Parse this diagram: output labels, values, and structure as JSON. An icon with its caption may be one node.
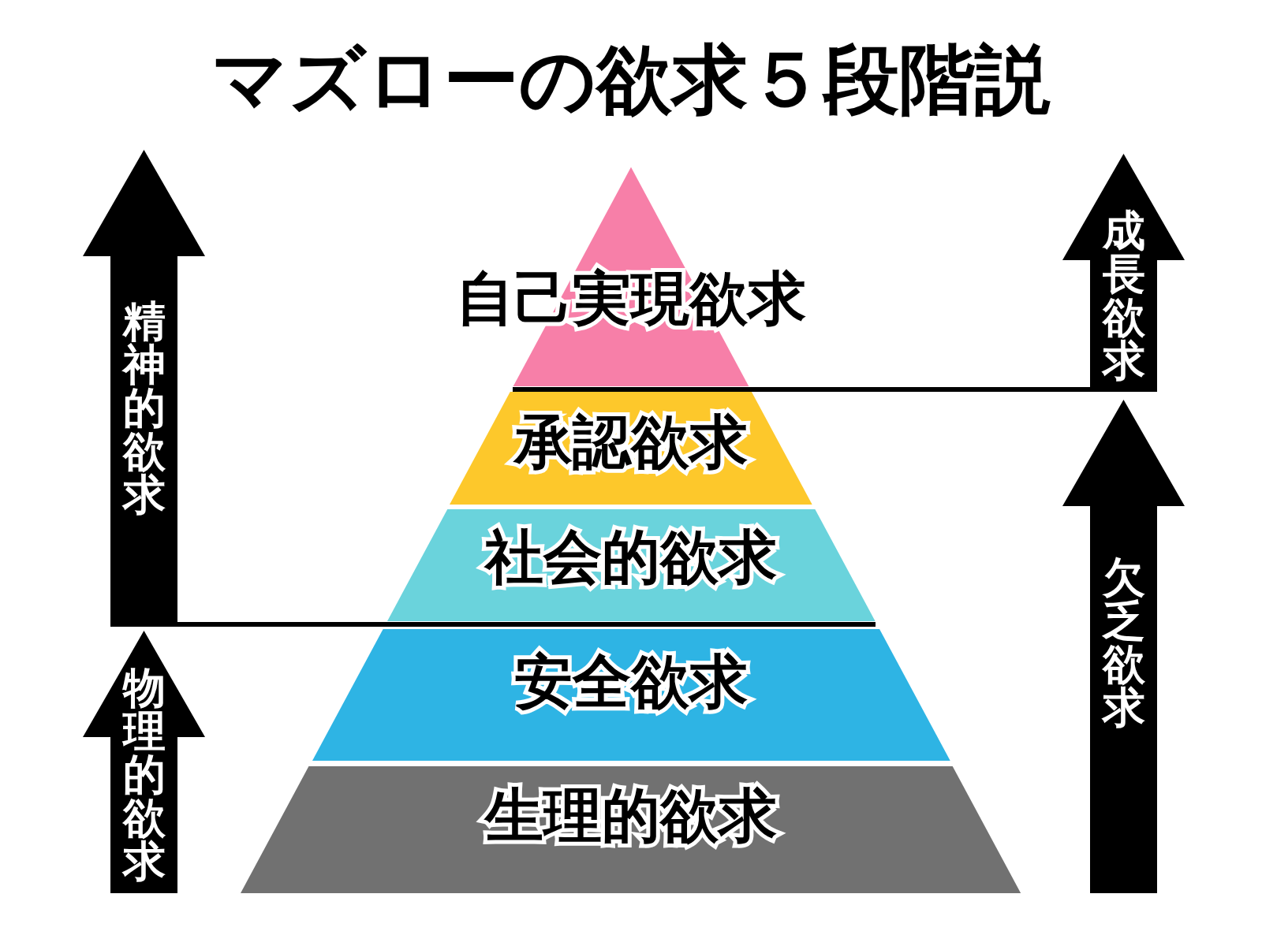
{
  "diagram": {
    "title": "マズローの欲求５段階説",
    "nodes": [
      {
        "text": [
          "自己実現欲求"
        ]
      },
      {
        "text": [
          "承認欲求"
        ]
      },
      {
        "text": [
          "社会的欲求"
        ]
      },
      {
        "text": [
          "安全欲求"
        ]
      },
      {
        "text": [
          "生理的欲求"
        ]
      },
      {
        "text": [
          "精神的欲求"
        ]
      },
      {
        "text": [
          "物理的欲求"
        ]
      },
      {
        "text": [
          "成長欲求"
        ]
      },
      {
        "text": [
          "欠乏欲求"
        ]
      }
    ]
  }
}
